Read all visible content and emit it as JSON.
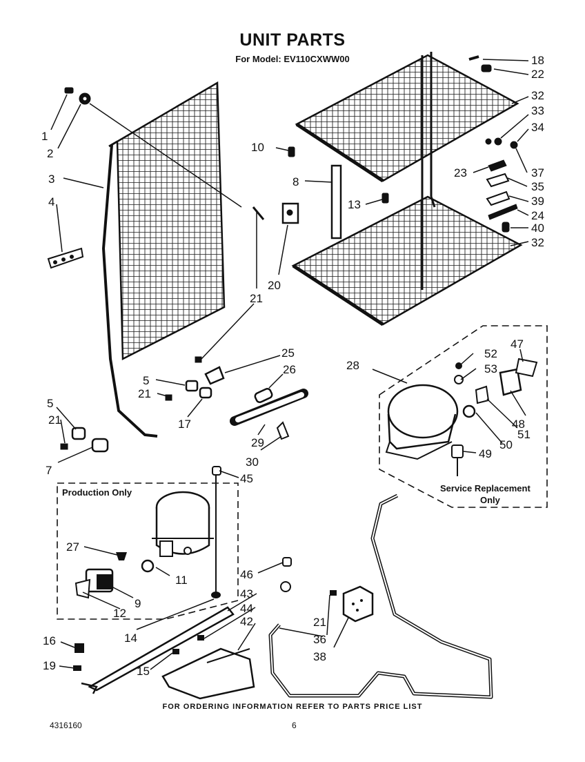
{
  "header": {
    "title": "UNIT PARTS",
    "subtitle": "For Model: EV110CXWW00"
  },
  "boxes": {
    "production": "Production Only",
    "service_line1": "Service Replacement",
    "service_line2": "Only"
  },
  "callouts": [
    "1",
    "2",
    "3",
    "4",
    "5",
    "5",
    "7",
    "8",
    "9",
    "10",
    "11",
    "12",
    "13",
    "14",
    "15",
    "16",
    "17",
    "18",
    "19",
    "20",
    "21",
    "21",
    "21",
    "21",
    "22",
    "23",
    "24",
    "25",
    "26",
    "27",
    "28",
    "29",
    "30",
    "32",
    "32",
    "33",
    "34",
    "35",
    "36",
    "37",
    "38",
    "39",
    "40",
    "42",
    "43",
    "44",
    "45",
    "46",
    "47",
    "48",
    "49",
    "50",
    "51",
    "52",
    "53"
  ],
  "footer": {
    "note": "FOR ORDERING INFORMATION REFER TO PARTS PRICE LIST",
    "doc_number": "4316160",
    "page": "6"
  }
}
